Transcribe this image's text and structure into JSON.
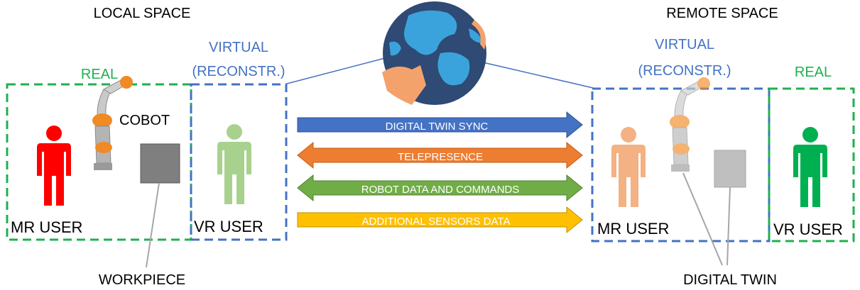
{
  "local_space": {
    "title": "LOCAL SPACE",
    "real_label": "REAL",
    "virtual_label_line1": "VIRTUAL",
    "virtual_label_line2": "(RECONSTR.)",
    "cobot_label": "COBOT",
    "mr_user_label": "MR USER",
    "vr_user_label": "VR USER",
    "workpiece_label": "WORKPIECE"
  },
  "remote_space": {
    "title": "REMOTE SPACE",
    "real_label": "REAL",
    "virtual_label_line1": "VIRTUAL",
    "virtual_label_line2": "(RECONSTR.)",
    "mr_user_label": "MR USER",
    "vr_user_label": "VR USER",
    "digital_twin_label": "DIGITAL TWIN"
  },
  "links": [
    {
      "label": "DIGITAL TWIN SYNC",
      "direction": "right",
      "color": "#4472C4"
    },
    {
      "label": "TELEPRESENCE",
      "direction": "both",
      "color": "#ED7D31"
    },
    {
      "label": "ROBOT DATA AND COMMANDS",
      "direction": "both",
      "color": "#70AD47"
    },
    {
      "label": "ADDITIONAL SENSORS DATA",
      "direction": "right",
      "color": "#FFC000"
    }
  ],
  "colors": {
    "real_border": "#1FB050",
    "virtual_border": "#4472C4",
    "mr_user_local": "#FF0000",
    "vr_user_local": "#A9D18E",
    "mr_user_remote": "#F4B183",
    "vr_user_remote": "#00B050",
    "workpiece_local": "#7F7F7F",
    "workpiece_remote": "#BFBFBF",
    "globe_ocean": "#2E4A75",
    "globe_land": "#3BA3DB",
    "globe_arrow": "#F4A26B"
  }
}
